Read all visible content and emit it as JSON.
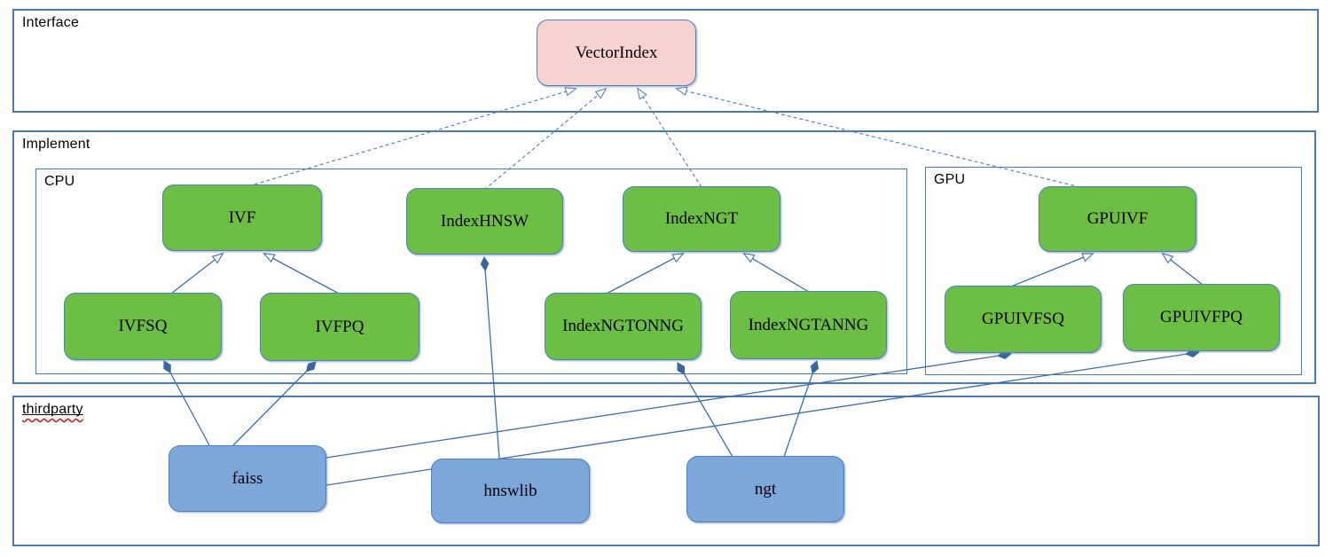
{
  "groups": {
    "interface": {
      "label": "Interface"
    },
    "implement": {
      "label": "Implement"
    },
    "cpu": {
      "label": "CPU"
    },
    "gpu": {
      "label": "GPU"
    },
    "thirdparty": {
      "label": "thirdparty",
      "spellcheck_flagged": true
    }
  },
  "nodes": {
    "vectorindex": {
      "label": "VectorIndex",
      "kind": "interface"
    },
    "ivf": {
      "label": "IVF",
      "kind": "implementation"
    },
    "indexhnsw": {
      "label": "IndexHNSW",
      "kind": "implementation"
    },
    "indexngt": {
      "label": "IndexNGT",
      "kind": "implementation"
    },
    "gpuivf": {
      "label": "GPUIVF",
      "kind": "implementation"
    },
    "ivfsq": {
      "label": "IVFSQ",
      "kind": "implementation"
    },
    "ivfpq": {
      "label": "IVFPQ",
      "kind": "implementation"
    },
    "indexngtonng": {
      "label": "IndexNGTONNG",
      "kind": "implementation"
    },
    "indexngtanng": {
      "label": "IndexNGTANNG",
      "kind": "implementation"
    },
    "gpuivfsq": {
      "label": "GPUIVFSQ",
      "kind": "implementation"
    },
    "gpuivfpq": {
      "label": "GPUIVFPQ",
      "kind": "implementation"
    },
    "faiss": {
      "label": "faiss",
      "kind": "thirdparty-lib"
    },
    "hnswlib": {
      "label": "hnswlib",
      "kind": "thirdparty-lib"
    },
    "ngt": {
      "label": "ngt",
      "kind": "thirdparty-lib"
    }
  },
  "edges": [
    {
      "from": "IVF",
      "to": "VectorIndex",
      "type": "realization"
    },
    {
      "from": "IndexHNSW",
      "to": "VectorIndex",
      "type": "realization"
    },
    {
      "from": "IndexNGT",
      "to": "VectorIndex",
      "type": "realization"
    },
    {
      "from": "GPUIVF",
      "to": "VectorIndex",
      "type": "realization"
    },
    {
      "from": "IVFSQ",
      "to": "IVF",
      "type": "generalization"
    },
    {
      "from": "IVFPQ",
      "to": "IVF",
      "type": "generalization"
    },
    {
      "from": "IndexNGTONNG",
      "to": "IndexNGT",
      "type": "generalization"
    },
    {
      "from": "IndexNGTANNG",
      "to": "IndexNGT",
      "type": "generalization"
    },
    {
      "from": "GPUIVFSQ",
      "to": "GPUIVF",
      "type": "generalization"
    },
    {
      "from": "GPUIVFPQ",
      "to": "GPUIVF",
      "type": "generalization"
    },
    {
      "from": "faiss",
      "to": "IVFSQ",
      "type": "composition"
    },
    {
      "from": "faiss",
      "to": "IVFPQ",
      "type": "composition"
    },
    {
      "from": "faiss",
      "to": "GPUIVFSQ",
      "type": "composition"
    },
    {
      "from": "faiss",
      "to": "GPUIVFPQ",
      "type": "composition"
    },
    {
      "from": "hnswlib",
      "to": "IndexHNSW",
      "type": "composition"
    },
    {
      "from": "ngt",
      "to": "IndexNGTONNG",
      "type": "composition"
    },
    {
      "from": "ngt",
      "to": "IndexNGTANNG",
      "type": "composition"
    }
  ],
  "colors": {
    "interface_fill": "#f8d2d0",
    "implementation_fill": "#6cbe45",
    "thirdparty_fill": "#7da7d8",
    "node_border": "#4e7fc0",
    "container_border": "#4a7ab5",
    "edge_solid": "#3e6dac",
    "edge_dashed": "#5b83bd",
    "spellcheck_underline": "#cc2222",
    "text": "#000000"
  }
}
